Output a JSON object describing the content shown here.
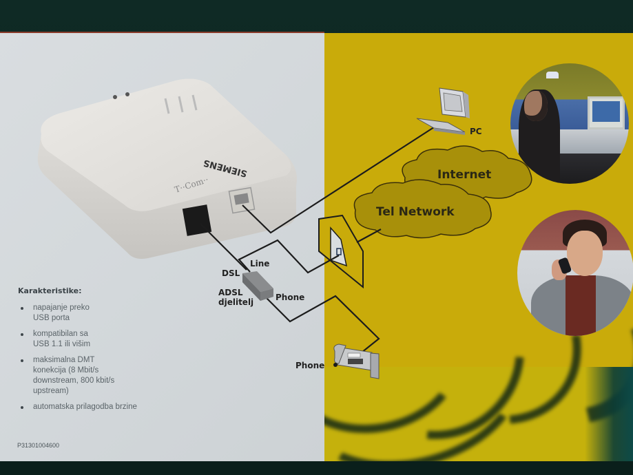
{
  "device": {
    "brand": "SIEMENS",
    "logo_text": "T··Com··"
  },
  "specs": {
    "title": "Karakteristike:",
    "items": [
      "napajanje preko\nUSB porta",
      "kompatibilan sa\nUSB 1.1 ili višim",
      "maksimalna DMT\nkonekcija (8 Mbit/s\ndownstream, 800 kbit/s\nupstream)",
      "automatska prilagodba brzine"
    ],
    "product_code": "P31301004600"
  },
  "diagram": {
    "splitter_labels": {
      "dsl": "DSL",
      "line": "Line",
      "name": "ADSL\ndjelitelj",
      "phone": "Phone"
    },
    "pc_label": "PC",
    "phone_label": "Phone",
    "clouds": {
      "internet": "Internet",
      "tel_network": "Tel Network"
    }
  },
  "colors": {
    "left_panel": "#d6dadd",
    "right_panel": "#c9ab0a",
    "cloud_fill": "#a8900a",
    "line": "#1c1c1c",
    "background": "#0f2a25"
  },
  "icons": {
    "pc": "desktop-computer-icon",
    "phone": "desk-telephone-icon",
    "wall_socket": "wall-socket-icon",
    "splitter": "adsl-splitter-icon"
  }
}
